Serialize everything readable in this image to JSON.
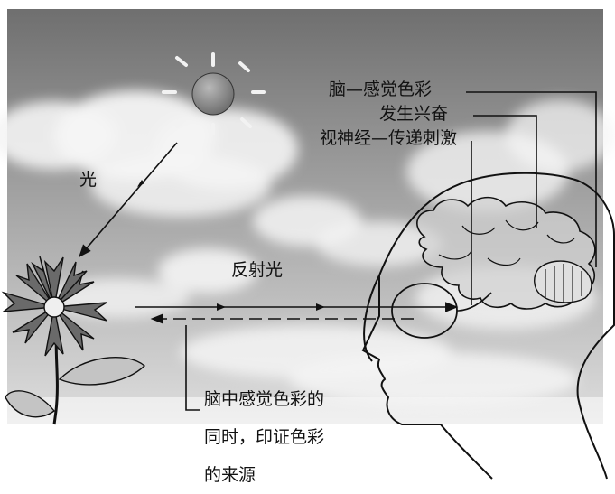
{
  "labels": {
    "light": "光",
    "reflected_light": "反射光",
    "brain_color": "脑—感觉色彩",
    "excitation": "发生兴奋",
    "optic_nerve": "视神经—传递刺激"
  },
  "note_lines": [
    "脑中感觉色彩的",
    "同时，印证色彩",
    "的来源"
  ],
  "colors": {
    "sky_top": "#6f6f6f",
    "sky_mid": "#a8a8a8",
    "sky_bottom": "#e9e9e9",
    "sun": "#8a8a8a",
    "petal": "#666666",
    "leaf": "#bdbdbd",
    "line": "#111111"
  }
}
